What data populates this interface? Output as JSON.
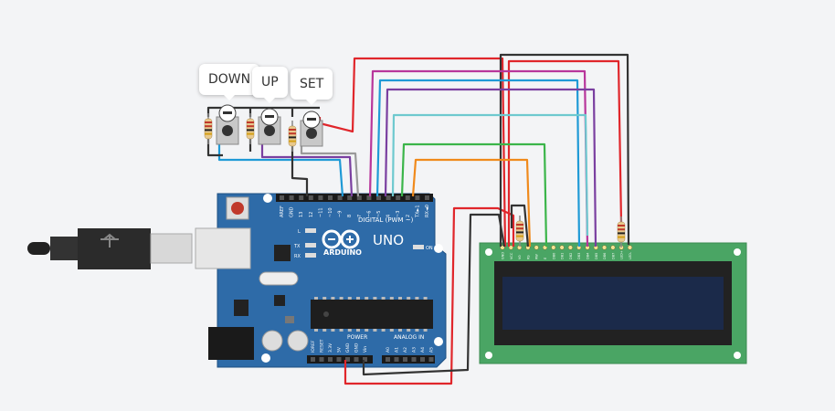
{
  "buttons": {
    "down_label": "DOWN",
    "up_label": "UP",
    "set_label": "SET"
  },
  "arduino": {
    "logo_text": "ARDUINO",
    "model": "UNO",
    "digital_label": "DIGITAL (PWM ~)",
    "power_label": "POWER",
    "analog_label": "ANALOG IN",
    "on_label": "ON",
    "led_l": "L",
    "led_tx": "TX",
    "led_rx": "RX",
    "digital_pins": [
      "AREF",
      "GND",
      "13",
      "12",
      "~11",
      "~10",
      "~9",
      "8",
      "7",
      "~6",
      "~5",
      "4",
      "~3",
      "2",
      "TX►1",
      "RX◄0"
    ],
    "power_pins": [
      "IOREF",
      "RESET",
      "3.3V",
      "5V",
      "GND",
      "GND",
      "Vin"
    ],
    "analog_pins": [
      "A0",
      "A1",
      "A2",
      "A3",
      "A4",
      "A5"
    ]
  },
  "lcd": {
    "pin_labels": [
      "GND",
      "VCC",
      "V0",
      "RS",
      "RW",
      "E",
      "DB0",
      "DB1",
      "DB2",
      "DB3",
      "DB4",
      "DB5",
      "DB6",
      "DB7",
      "LED+",
      "LED-"
    ]
  },
  "colors": {
    "background": "#f3f4f6",
    "arduino_board": "#2e6ba8",
    "lcd_board": "#4aa564",
    "lcd_screen": "#1b2a4a",
    "wire_red": "#e0262b",
    "wire_black": "#333333",
    "wire_magenta": "#b8369b",
    "wire_blue": "#1f9ad6",
    "wire_purple": "#7a3fa0",
    "wire_cyan": "#6ec9cf",
    "wire_green": "#3bb54a",
    "wire_orange": "#f08a1c",
    "wire_gray": "#9a9a9a"
  }
}
